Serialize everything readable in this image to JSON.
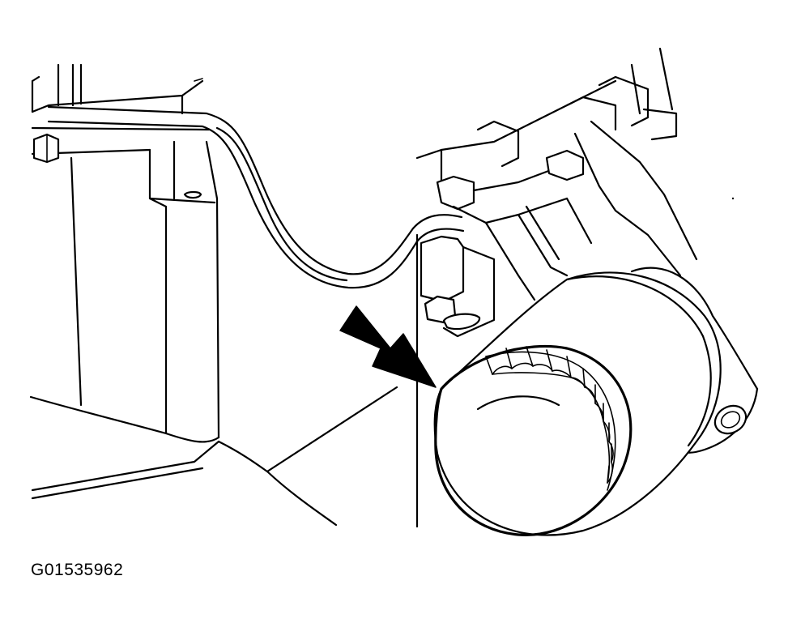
{
  "figure": {
    "id_label": "G01535962"
  },
  "callouts": [
    {
      "kind": "arrow",
      "target": "oil-filter"
    }
  ]
}
